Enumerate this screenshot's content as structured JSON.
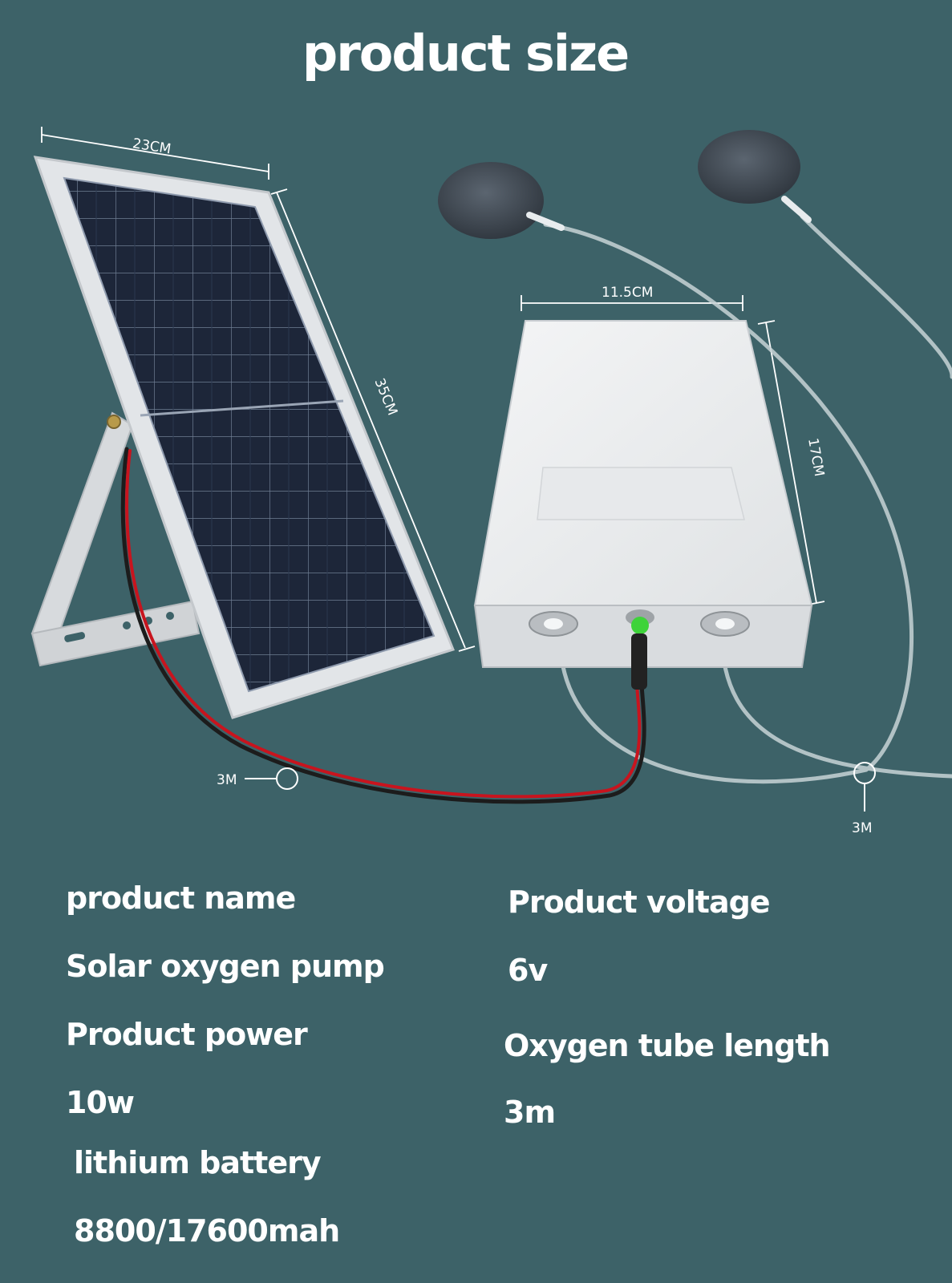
{
  "title": "product size",
  "dimensions": {
    "panel_width": "23CM",
    "panel_height": "35CM",
    "box_width": "11.5CM",
    "box_depth": "17CM",
    "cable_length": "3M",
    "tube_length": "3M"
  },
  "specs": {
    "product_name_label": "product name",
    "product_name_value": "Solar oxygen pump",
    "power_label": "Product power",
    "power_value": "10w",
    "battery_label": "lithium battery",
    "battery_value": "8800/17600mah",
    "voltage_label": "Product voltage",
    "voltage_value": "6v",
    "tube_label": "Oxygen tube length",
    "tube_value": "3m"
  },
  "colors": {
    "background": "#3d6268",
    "panel_cell": "#1c2538",
    "cable_red": "#c8141e"
  }
}
